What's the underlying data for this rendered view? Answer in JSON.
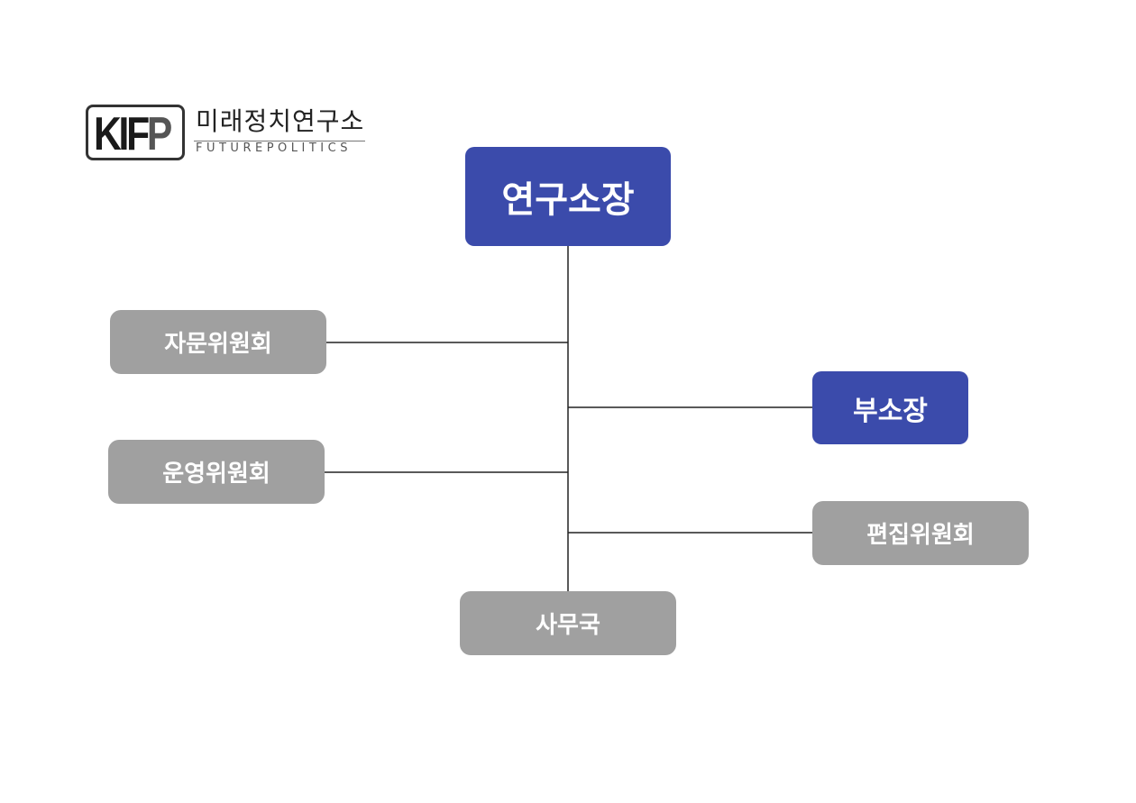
{
  "logo": {
    "mark": "KIF",
    "mark_p": "P",
    "name": "미래정치연구소",
    "subtitle": "FUTUREPOLITICS"
  },
  "nodes": {
    "director": "연구소장",
    "advisory_committee": "자문위원회",
    "deputy_director": "부소장",
    "steering_committee": "운영위원회",
    "editorial_committee": "편집위원회",
    "secretariat": "사무국"
  },
  "colors": {
    "primary": "#3b4bab",
    "secondary": "#a0a0a0",
    "connector": "#222222"
  }
}
